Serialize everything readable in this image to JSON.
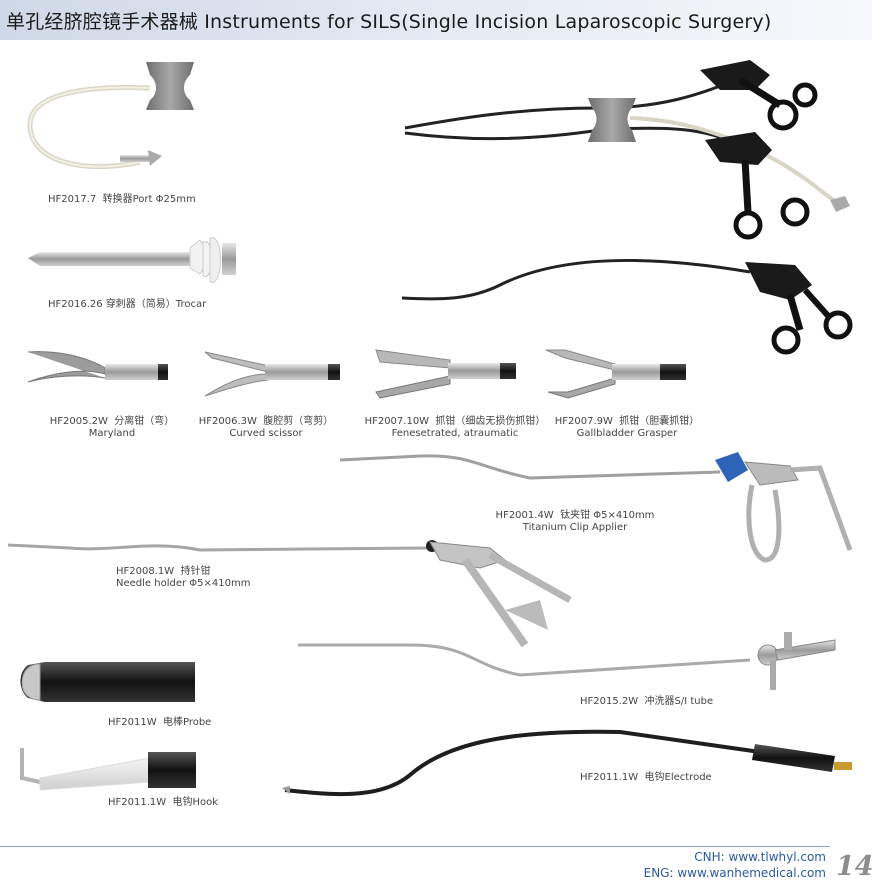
{
  "header": {
    "title": "单孔经脐腔镜手术器械  Instruments for SILS(Single Incision Laparoscopic Surgery)"
  },
  "instruments": [
    {
      "id": "port",
      "code": "HF2017.7",
      "name": "转换器Port  Φ25mm"
    },
    {
      "id": "trocar",
      "code": "HF2016.26",
      "name": "穿刺器（简易）Trocar"
    },
    {
      "id": "maryland",
      "code": "HF2005.2W",
      "name": "分离钳（弯）",
      "name_en": "Maryland"
    },
    {
      "id": "scissor",
      "code": "HF2006.3W",
      "name": "腹腔剪（弯剪）",
      "name_en": "Curved scissor"
    },
    {
      "id": "fenestrated",
      "code": "HF2007.10W",
      "name": "抓钳（细齿无损伤抓钳）",
      "name_en": "Fenesetrated, atraumatic"
    },
    {
      "id": "gallbladder",
      "code": "HF2007.9W",
      "name": "抓钳（胆囊抓钳）",
      "name_en": "Gallbladder Grasper"
    },
    {
      "id": "clip",
      "code": "HF2001.4W",
      "name": "钛夹钳  Φ5×410mm",
      "name_en": "Titanium Clip Applier"
    },
    {
      "id": "needle",
      "code": "HF2008.1W",
      "name": "持针钳",
      "name_en": "Needle holder  Φ5×410mm"
    },
    {
      "id": "suction",
      "code": "HF2015.2W",
      "name": "冲洗器S/I tube"
    },
    {
      "id": "probe",
      "code": "HF2011W",
      "name": "电棒Probe"
    },
    {
      "id": "electrode",
      "code": "HF2011.1W",
      "name": "电钩Electrode"
    },
    {
      "id": "hook",
      "code": "HF2011.1W",
      "name": "电钩Hook"
    }
  ],
  "footer": {
    "cnh": "CNH: www.tlwhyl.com",
    "eng": "ENG: www.wanhemedical.com",
    "page": "14"
  }
}
